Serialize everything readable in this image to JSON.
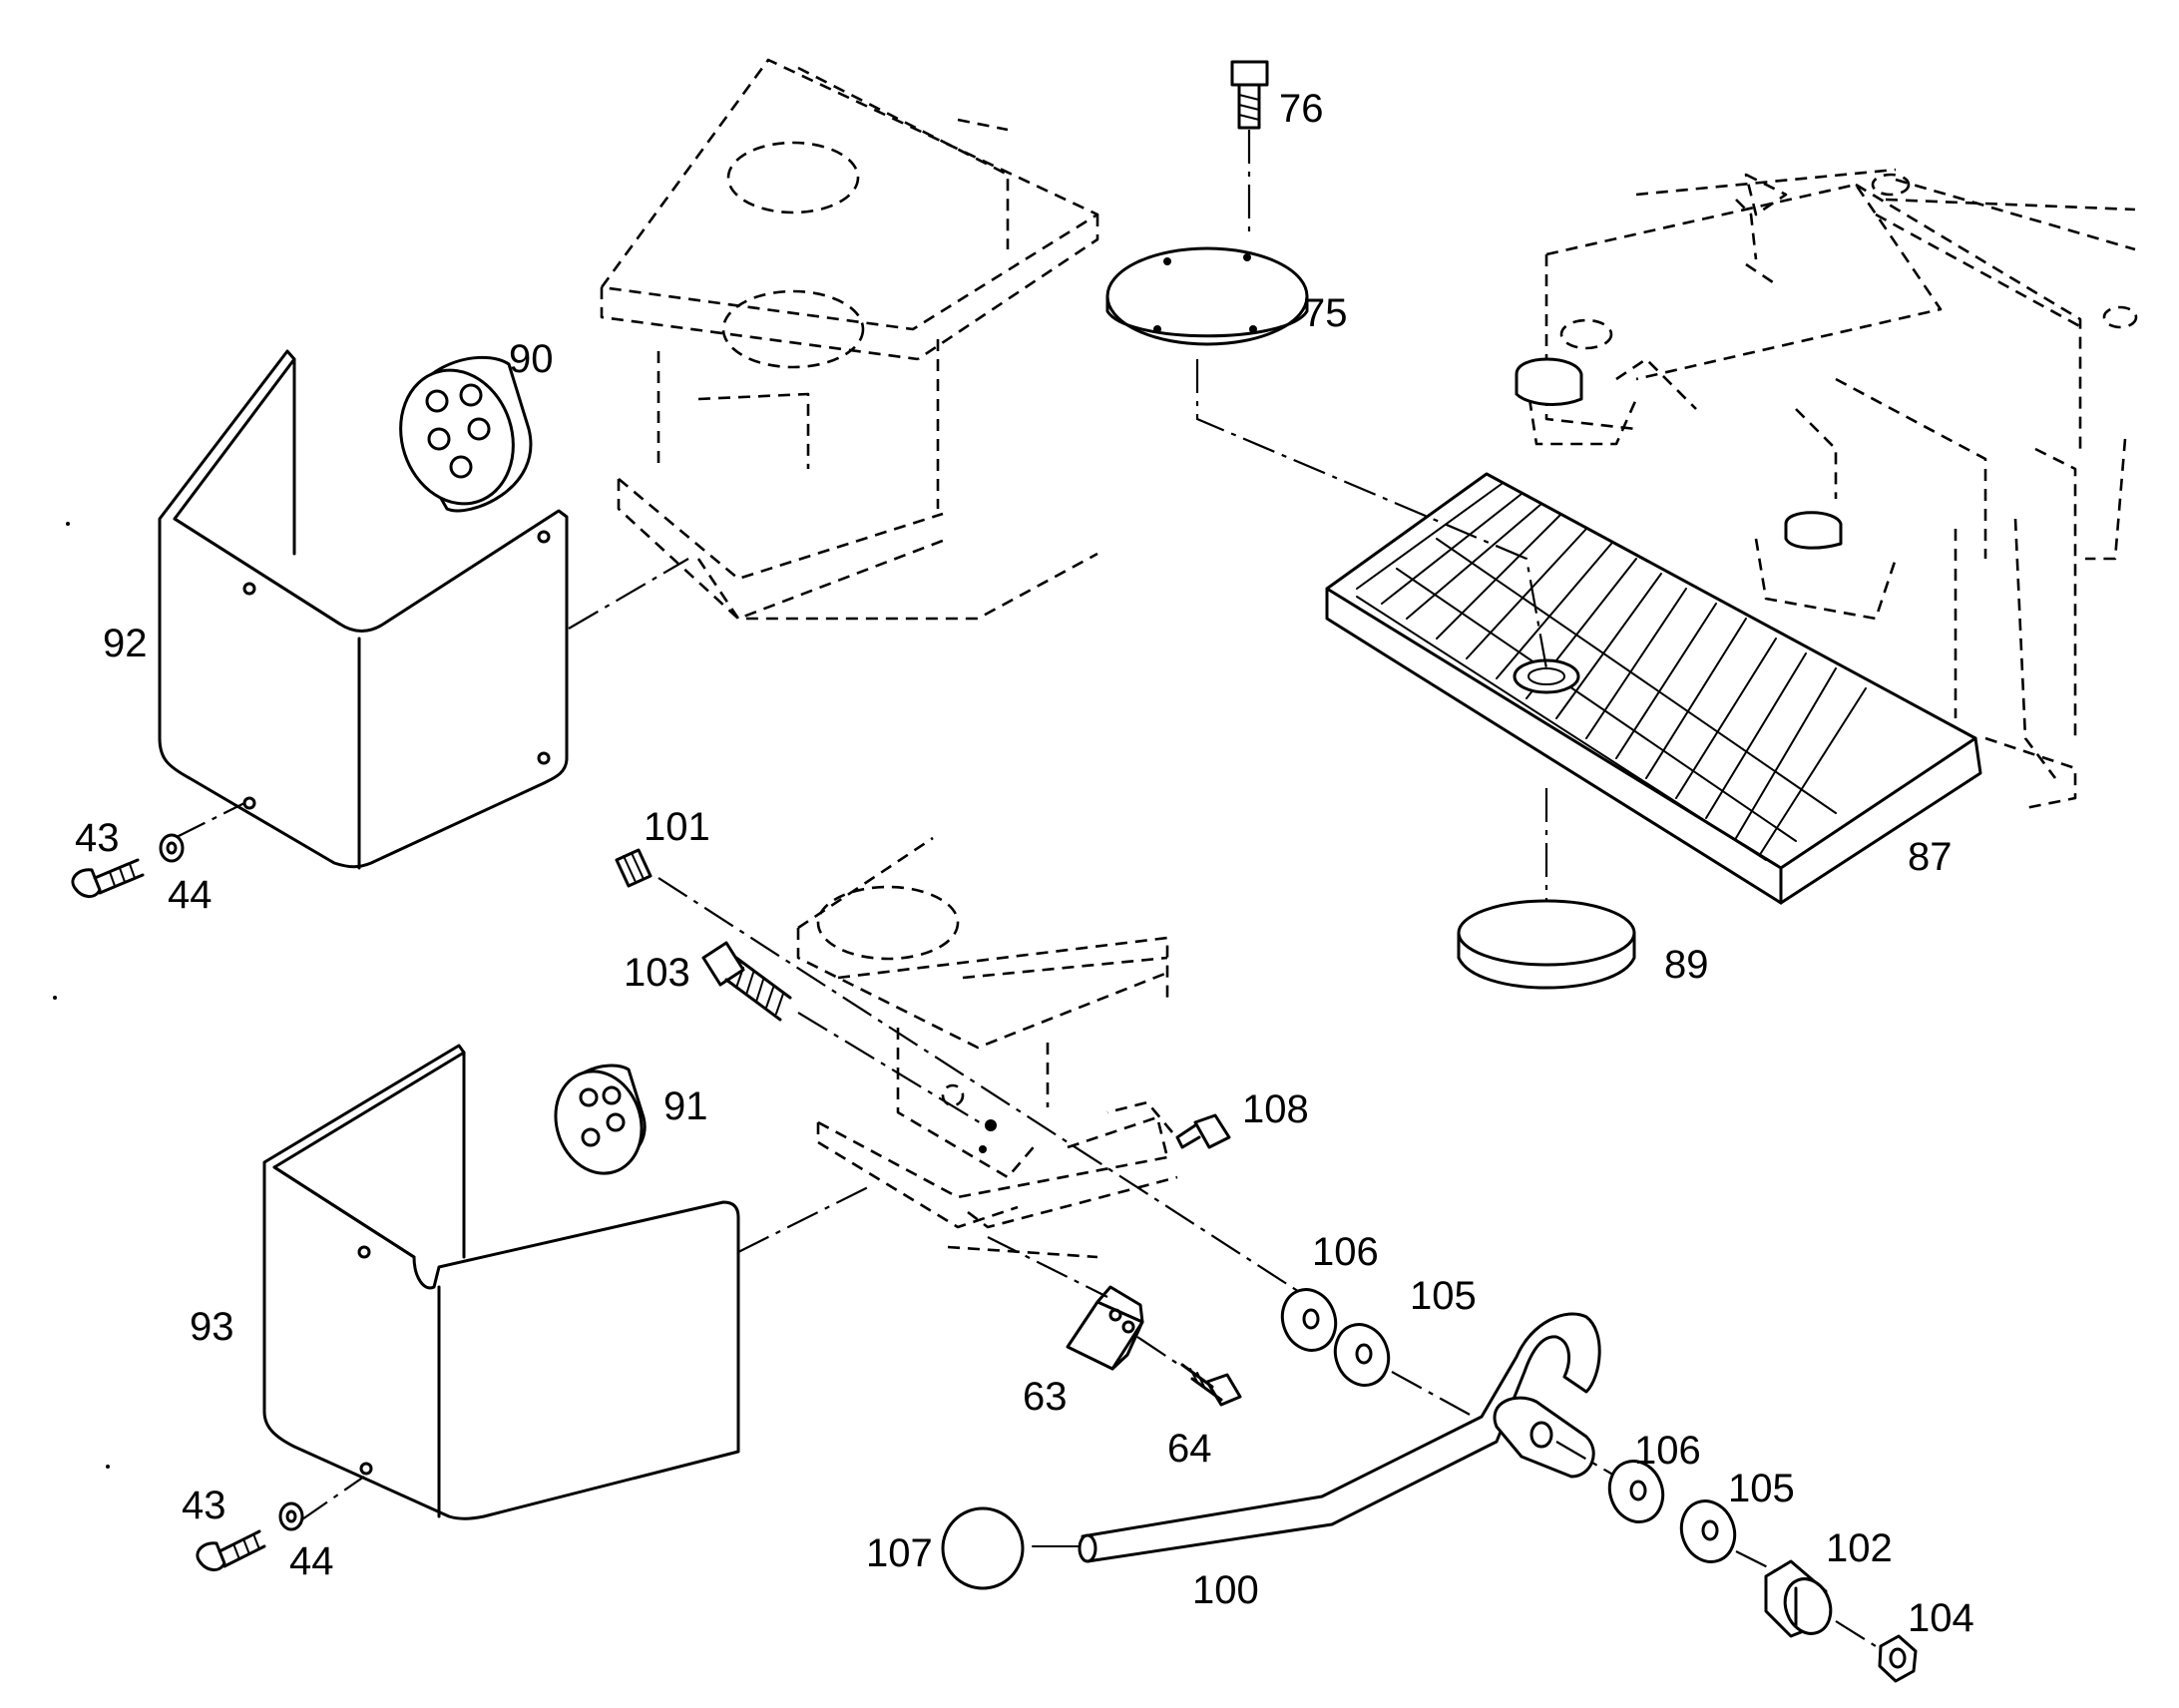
{
  "diagram": {
    "part_labels": {
      "p76": "76",
      "p75": "75",
      "p90": "90",
      "p92": "92",
      "p87": "87",
      "p89": "89",
      "p43a": "43",
      "p44a": "44",
      "p101": "101",
      "p103": "103",
      "p91": "91",
      "p108": "108",
      "p93": "93",
      "p106a": "106",
      "p105a": "105",
      "p63": "63",
      "p64": "64",
      "p106b": "106",
      "p105b": "105",
      "p102": "102",
      "p107": "107",
      "p100": "100",
      "p104": "104",
      "p43b": "43",
      "p44b": "44"
    }
  }
}
